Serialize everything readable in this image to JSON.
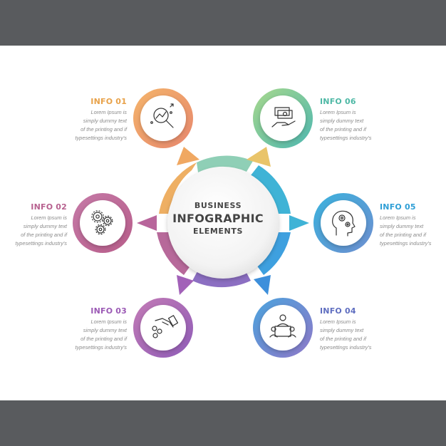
{
  "center": {
    "line1": "BUSINESS",
    "line2": "INFOGRAPHIC",
    "line3": "ELEMENTS"
  },
  "items": [
    {
      "title": "INFO 01",
      "color": "#e8a24a",
      "color2": "#f4c06b",
      "icon": "magnifier-chart-icon",
      "text": [
        "Lorem Ipsum is",
        "simply dummy text",
        "of the printing and if",
        "typesettings industry's"
      ]
    },
    {
      "title": "INFO 02",
      "color": "#b7618f",
      "color2": "#c88ab8",
      "icon": "gears-icon",
      "text": [
        "Lorem Ipsum is",
        "simply dummy text",
        "of the printing and if",
        "typesettings industry's"
      ]
    },
    {
      "title": "INFO 03",
      "color": "#9b5ab5",
      "color2": "#c281b8",
      "icon": "hand-coins-icon",
      "text": [
        "Lorem Ipsum is",
        "simply dummy text",
        "of the printing and if",
        "typesettings industry's"
      ]
    },
    {
      "title": "INFO 04",
      "color": "#5f6ec0",
      "color2": "#8b7ac8",
      "icon": "team-leader-icon",
      "text": [
        "Lorem Ipsum is",
        "simply dummy text",
        "of the printing and if",
        "typesettings industry's"
      ]
    },
    {
      "title": "INFO 05",
      "color": "#2f9fd6",
      "color2": "#67b8e2",
      "icon": "head-gears-icon",
      "text": [
        "Lorem Ipsum is",
        "simply dummy text",
        "of the printing and if",
        "typesettings industry's"
      ]
    },
    {
      "title": "INFO 06",
      "color": "#4eb8a5",
      "color2": "#8fd1a0",
      "icon": "hand-money-icon",
      "text": [
        "Lorem Ipsum is",
        "simply dummy text",
        "of the printing and if",
        "typesettings industry's"
      ]
    }
  ]
}
